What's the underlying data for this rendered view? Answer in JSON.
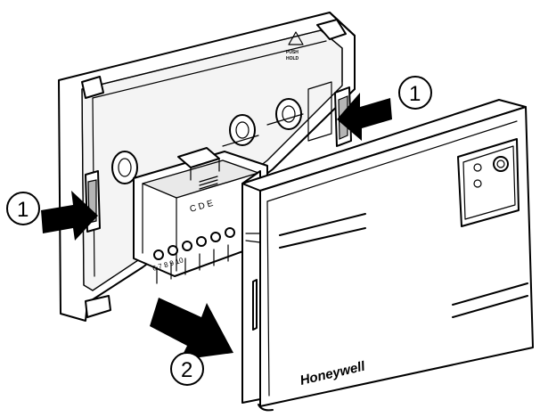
{
  "callouts": {
    "step1_left": "1",
    "step1_right": "1",
    "step2": "2"
  },
  "front_cover": {
    "brand": "Honeywell"
  },
  "terminal_block": {
    "labels": "C D E",
    "numbers": "6 7 8 9 10"
  },
  "back_plate": {
    "marking_line1": "PUSH",
    "marking_line2": "HOLD"
  }
}
